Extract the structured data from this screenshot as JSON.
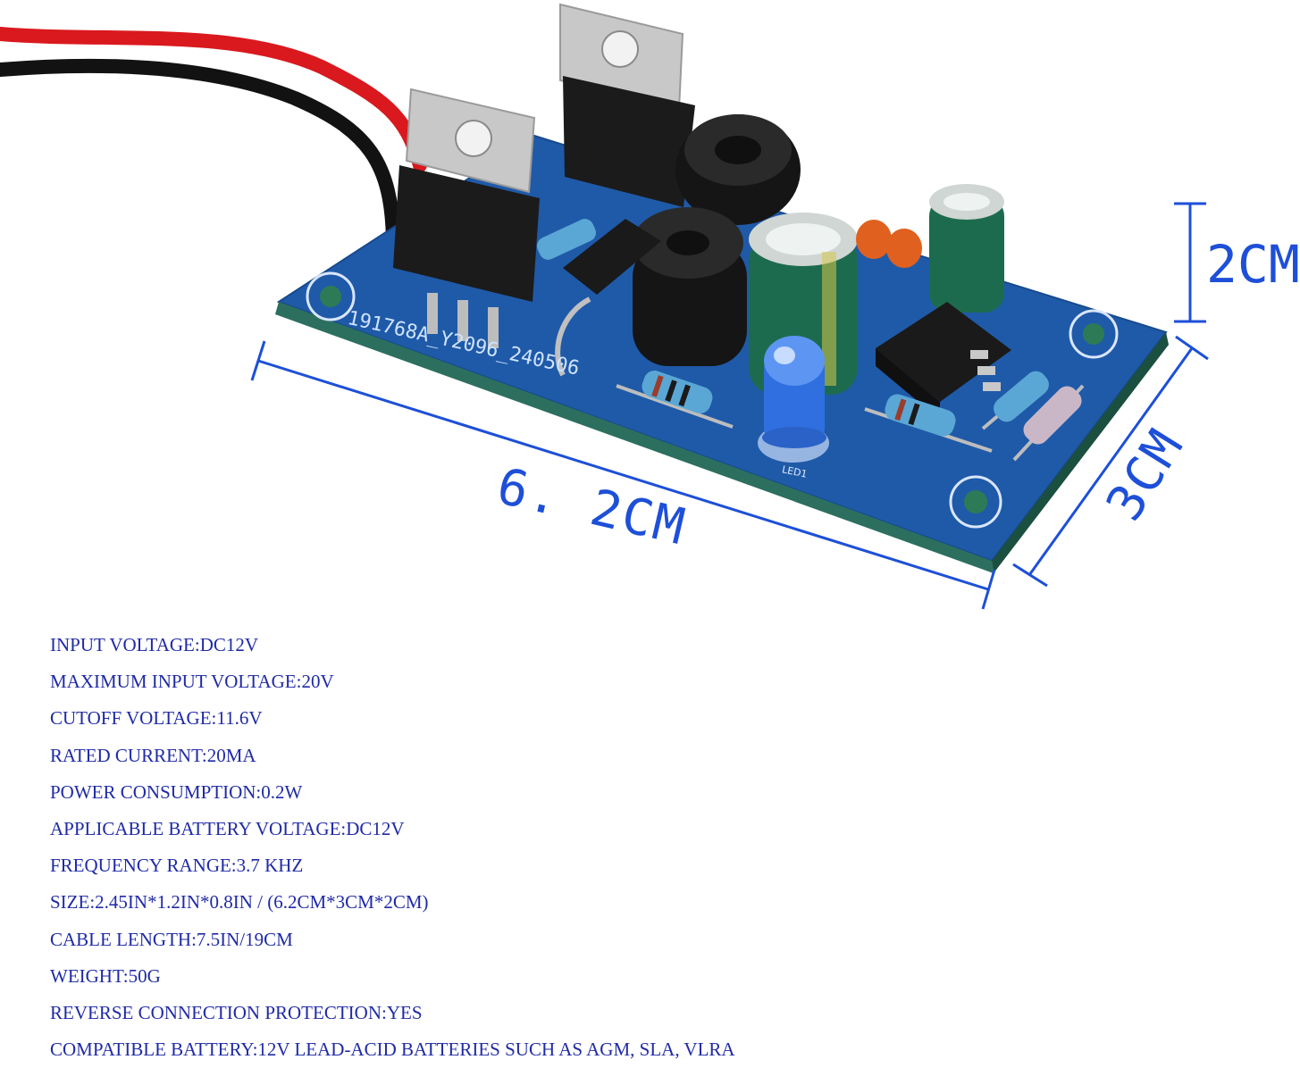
{
  "dimensions": {
    "height": "2CM",
    "length": "6. 2CM",
    "width": "3CM"
  },
  "pcb_text": {
    "board_code": "191768A_Y2096_240506",
    "led_label": "LED1"
  },
  "specs": [
    "INPUT VOLTAGE:DC12V",
    "MAXIMUM INPUT VOLTAGE:20V",
    "CUTOFF VOLTAGE:11.6V",
    "RATED CURRENT:20MA",
    "POWER CONSUMPTION:0.2W",
    "APPLICABLE BATTERY VOLTAGE:DC12V",
    "FREQUENCY RANGE:3.7 KHZ",
    "SIZE:2.45IN*1.2IN*0.8IN / (6.2CM*3CM*2CM)",
    "CABLE LENGTH:7.5IN/19CM",
    "WEIGHT:50G",
    "REVERSE CONNECTION PROTECTION:YES",
    "COMPATIBLE BATTERY:12V LEAD-ACID BATTERIES SUCH AS AGM, SLA, VLRA"
  ],
  "colors": {
    "dimension_text": "#1d4fd8",
    "spec_text": "#1f2aa6",
    "pcb": "#1f5aa8"
  }
}
